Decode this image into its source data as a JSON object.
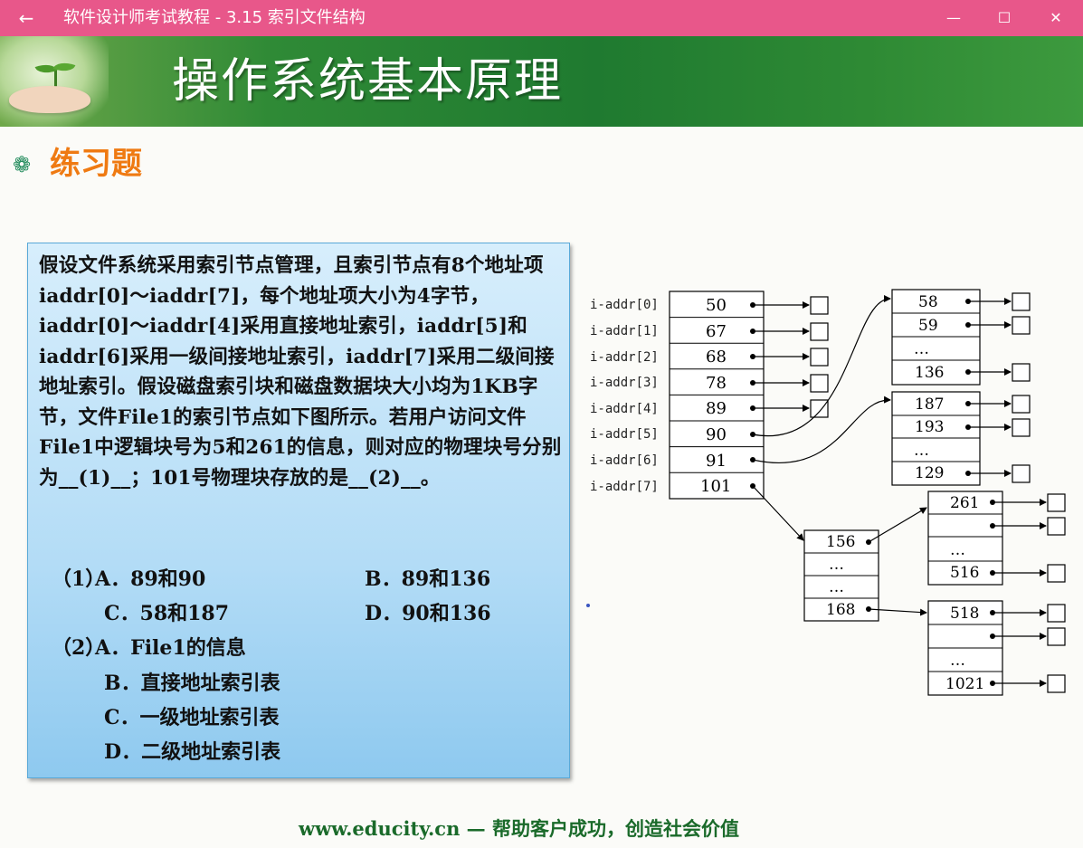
{
  "window": {
    "title": "软件设计师考试教程 - 3.15  索引文件结构",
    "back_glyph": "←",
    "min_glyph": "—",
    "max_glyph": "☐",
    "close_glyph": "✕"
  },
  "banner": {
    "title": "操作系统基本原理"
  },
  "section": {
    "icon": "❁",
    "title": "练习题"
  },
  "question": {
    "text": "假设文件系统采用索引节点管理，且索引节点有8个地址项iaddr[0]～iaddr[7]，每个地址项大小为4字节，iaddr[0]～iaddr[4]采用直接地址索引，iaddr[5]和iaddr[6]采用一级间接地址索引，iaddr[7]采用二级间接地址索引。假设磁盘索引块和磁盘数据块大小均为1KB字节，文件File1的索引节点如下图所示。若用户访问文件File1中逻辑块号为5和261的信息，则对应的物理块号分别为__(1)__；101号物理块存放的是__(2)__。",
    "part1_label": "（1）",
    "part1_options": [
      {
        "text": "A．89和90"
      },
      {
        "text": "B．89和136"
      },
      {
        "text": "C．58和187"
      },
      {
        "text": "D．90和136"
      }
    ],
    "part2_label": "（2）",
    "part2_options": [
      {
        "text": "A．File1的信息"
      },
      {
        "text": "B．直接地址索引表"
      },
      {
        "text": "C．一级地址索引表"
      },
      {
        "text": "D．二级地址索引表"
      }
    ]
  },
  "diagram": {
    "inode_labels": [
      "i-addr[0]",
      "i-addr[1]",
      "i-addr[2]",
      "i-addr[3]",
      "i-addr[4]",
      "i-addr[5]",
      "i-addr[6]",
      "i-addr[7]"
    ],
    "inode_values": [
      "50",
      "67",
      "68",
      "78",
      "89",
      "90",
      "91",
      "101"
    ],
    "block_136": [
      "58",
      "59",
      "…",
      "136"
    ],
    "block_129": [
      "187",
      "193",
      "…",
      "129"
    ],
    "block_101": [
      "156",
      "…",
      "…",
      "168"
    ],
    "block_156": [
      "261",
      "",
      "…",
      "516"
    ],
    "block_168": [
      "518",
      "",
      "…",
      "1021"
    ]
  },
  "footer": {
    "text": "www.educity.cn — 帮助客户成功，创造社会价值"
  },
  "colors": {
    "titlebar": "#e8578a",
    "banner": "#2f8a36",
    "section_title": "#ef7a12",
    "footer": "#1a6a2a"
  }
}
